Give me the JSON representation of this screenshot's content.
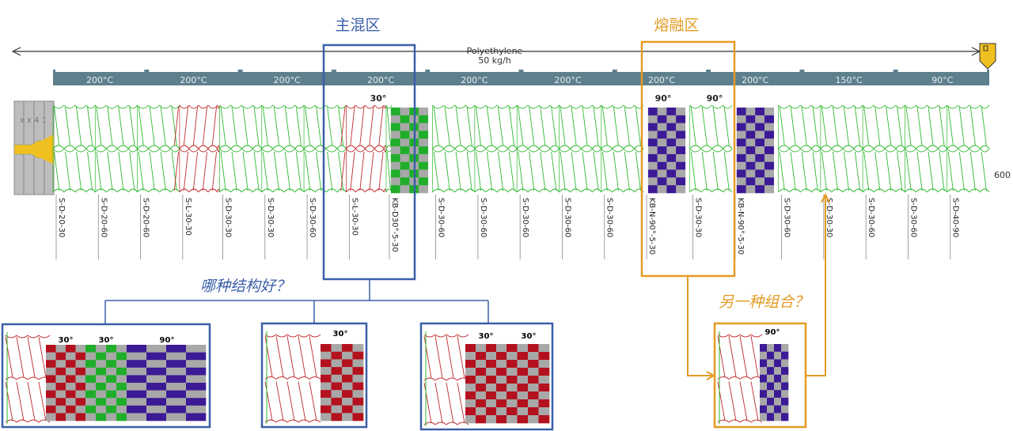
{
  "material": {
    "name": "Polyethylene",
    "rate": "50 kg/h"
  },
  "zones": {
    "main_mixing": "主混区",
    "melting": "熔融区"
  },
  "questions": {
    "which_structure": "哪种结构好？",
    "another_combo": "另一种组合？"
  },
  "colors": {
    "conveying": "#2eb82e",
    "reverse": "#c0282d",
    "kb30": "#1fae2a",
    "kb90": "#3c1a96",
    "kb_red": "#b4111e",
    "kb_gray": "#a8a8a8",
    "barrel": "#5e7f8c",
    "blue_box": "#3b5fa8",
    "orange_box": "#e49b24"
  },
  "barrel": {
    "temperatures": [
      "200°C",
      "200°C",
      "200°C",
      "200°C",
      "200°C",
      "200°C",
      "200°C",
      "200°C",
      "150°C",
      "90°C"
    ]
  },
  "die_label": "x x 4 1",
  "length_label": "600",
  "main_angles": [
    "30°",
    "90°",
    "90°"
  ],
  "elements": [
    {
      "code": "S-D-20-30",
      "kind": "conv"
    },
    {
      "code": "S-D-20-60",
      "kind": "conv"
    },
    {
      "code": "S-D-20-60",
      "kind": "conv"
    },
    {
      "code": "S-L-30-30",
      "kind": "rev"
    },
    {
      "code": "S-D-30-30",
      "kind": "conv"
    },
    {
      "code": "S-D-30-30",
      "kind": "conv"
    },
    {
      "code": "S-D-30-60",
      "kind": "conv"
    },
    {
      "code": "S-L-30-30",
      "kind": "rev"
    },
    {
      "code": "KB-D30°-5-30",
      "kind": "kb30"
    },
    {
      "code": "S-D-30-60",
      "kind": "conv"
    },
    {
      "code": "S-D-30-60",
      "kind": "conv"
    },
    {
      "code": "S-D-30-60",
      "kind": "conv"
    },
    {
      "code": "S-D-30-60",
      "kind": "conv"
    },
    {
      "code": "S-D-30-60",
      "kind": "conv"
    },
    {
      "code": "KB-N-90°-5-30",
      "kind": "kb90"
    },
    {
      "code": "S-D-30-30",
      "kind": "conv"
    },
    {
      "code": "KB-N-90°-5-30",
      "kind": "kb90"
    },
    {
      "code": "S-D-30-60",
      "kind": "conv"
    },
    {
      "code": "S-D-30-30",
      "kind": "conv"
    },
    {
      "code": "S-D-30-60",
      "kind": "conv"
    },
    {
      "code": "S-D-30-60",
      "kind": "conv"
    },
    {
      "code": "S-D-40-90",
      "kind": "conv"
    }
  ],
  "options": [
    {
      "angles": [
        "30°",
        "30°",
        "90°"
      ]
    },
    {
      "angles": [
        "30°"
      ]
    },
    {
      "angles": [
        "30°",
        "30°"
      ]
    },
    {
      "angles": [
        "90°"
      ]
    }
  ]
}
